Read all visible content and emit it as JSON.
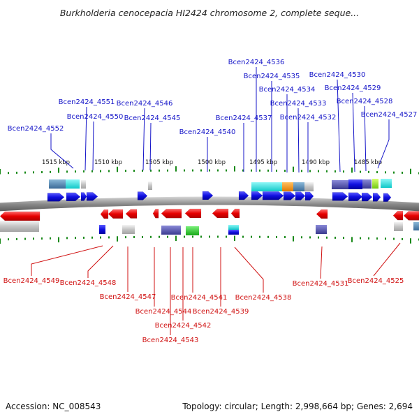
{
  "title": "Burkholderia cenocepacia HI2424 chromosome 2, complete seque...",
  "footer": {
    "accession": "Accession: NC_008543",
    "topology": "Topology: circular; Length: 2,998,664 bp; Genes: 2,694"
  },
  "colors": {
    "forward_gene": "#1a14e6",
    "reverse_gene": "#e61414",
    "top_label": "#1414c8",
    "bottom_label": "#d01010",
    "axis": "#7a7a7a",
    "tick": "#1a8a1a"
  },
  "kbp_labels": [
    "1515 kbp",
    "1510 kbp",
    "1505 kbp",
    "1500 kbp",
    "1495 kbp",
    "1490 kbp",
    "1485 kbp"
  ],
  "top_genes": [
    "Bcen2424_4536",
    "Bcen2424_4535",
    "Bcen2424_4530",
    "Bcen2424_4534",
    "Bcen2424_4529",
    "Bcen2424_4551",
    "Bcen2424_4546",
    "Bcen2424_4533",
    "Bcen2424_4528",
    "Bcen2424_4550",
    "Bcen2424_4545",
    "Bcen2424_4537",
    "Bcen2424_4532",
    "Bcen2424_4527",
    "Bcen2424_4552",
    "Bcen2424_4540"
  ],
  "bottom_genes": [
    "Bcen2424_4549",
    "Bcen2424_4548",
    "Bcen2424_4547",
    "Bcen2424_4544",
    "Bcen2424_4542",
    "Bcen2424_4543",
    "Bcen2424_4541",
    "Bcen2424_4539",
    "Bcen2424_4538",
    "Bcen2424_4531",
    "Bcen2424_4525"
  ]
}
